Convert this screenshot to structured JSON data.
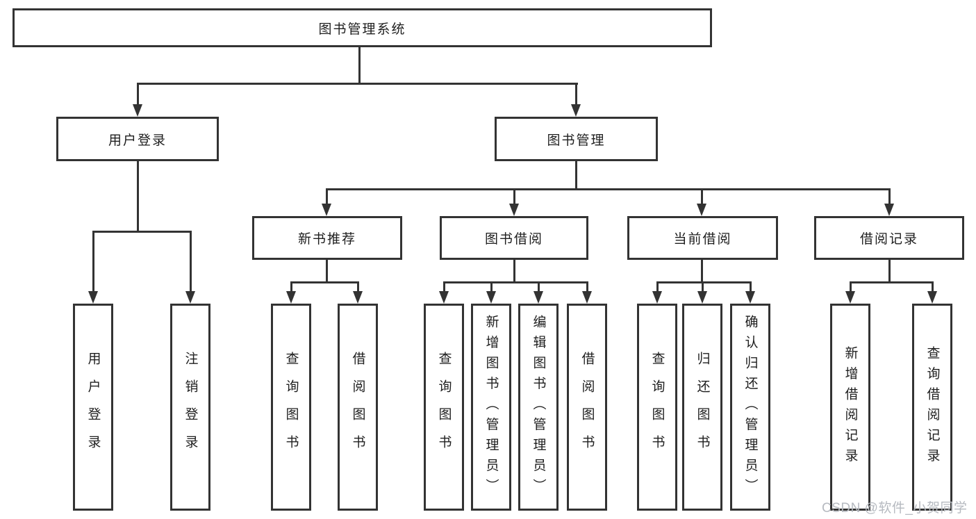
{
  "diagram": {
    "title": "图书管理系统",
    "root": {
      "label": "图书管理系统"
    },
    "level2": [
      {
        "id": "user-login",
        "label": "用户登录"
      },
      {
        "id": "book-management",
        "label": "图书管理"
      }
    ],
    "level3": [
      {
        "id": "new-book-recommend",
        "label": "新书推荐",
        "parent": "图书管理"
      },
      {
        "id": "book-borrowing",
        "label": "图书借阅",
        "parent": "图书管理"
      },
      {
        "id": "current-borrowing",
        "label": "当前借阅",
        "parent": "图书管理"
      },
      {
        "id": "borrowing-records",
        "label": "借阅记录",
        "parent": "图书管理"
      }
    ],
    "leaves": {
      "user_login": [
        "用户登录",
        "注销登录"
      ],
      "new_book": [
        "查询图书",
        "借阅图书"
      ],
      "book_borrow": [
        "查询图书",
        "新增图书（管理员）",
        "编辑图书（管理员）",
        "借阅图书"
      ],
      "current_borrow": [
        "查询图书",
        "归还图书",
        "确认归还（管理员）"
      ],
      "borrow_record": [
        "新增借阅记录",
        "查询借阅记录"
      ]
    }
  },
  "watermark": "CSDN @软件_小贺同学",
  "colors": {
    "line": "#333333",
    "text": "#1e1e1e",
    "background": "#ffffff",
    "watermark": "#b6bac0"
  }
}
